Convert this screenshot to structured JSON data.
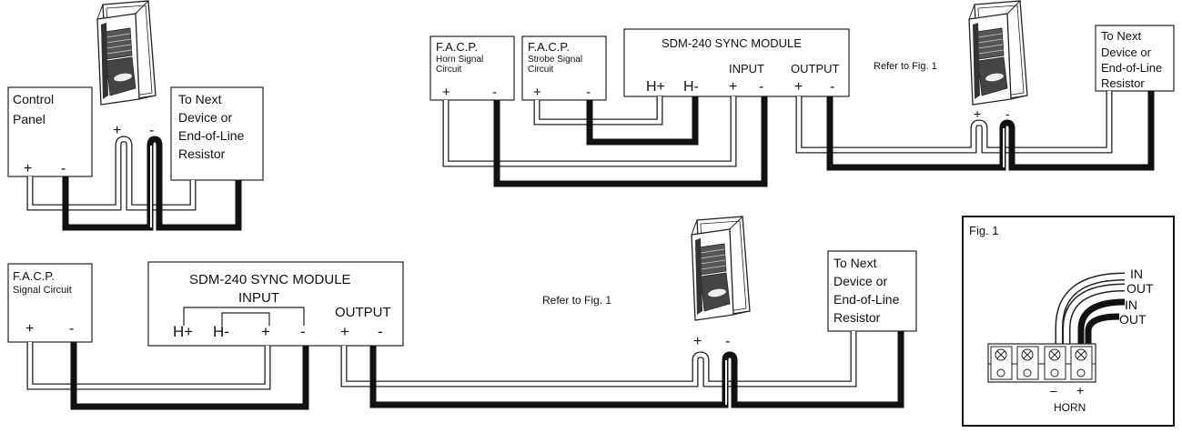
{
  "diagram_1": {
    "control_panel": {
      "line1": "Control",
      "line2": "Panel",
      "plus": "+",
      "minus": "-"
    },
    "next_device": {
      "line1": "To Next",
      "line2": "Device or",
      "line3": "End-of-Line",
      "line4": "Resistor"
    },
    "device_plus": "+",
    "device_minus": "-"
  },
  "diagram_2": {
    "facp_horn": {
      "title": "F.A.C.P.",
      "line1": "Horn Signal",
      "line2": "Circuit",
      "plus": "+",
      "minus": "-"
    },
    "facp_strobe": {
      "title": "F.A.C.P.",
      "line1": "Strobe Signal",
      "line2": "Circuit",
      "plus": "+",
      "minus": "-"
    },
    "module": {
      "title": "SDM-240  SYNC MODULE",
      "input": "INPUT",
      "output": "OUTPUT",
      "h_plus": "H+",
      "h_minus": "H-",
      "in_plus": "+",
      "in_minus": "-",
      "out_plus": "+",
      "out_minus": "-"
    },
    "refer": "Refer to Fig.  1",
    "next_device": {
      "line1": "To Next",
      "line2": "Device or",
      "line3": "End-of-Line",
      "line4": "Resistor"
    },
    "device_plus": "+",
    "device_minus": "-"
  },
  "diagram_3": {
    "facp": {
      "title": "F.A.C.P.",
      "line1": "Signal Circuit",
      "plus": "+",
      "minus": "-"
    },
    "module": {
      "title": "SDM-240  SYNC MODULE",
      "input": "INPUT",
      "output": "OUTPUT",
      "h_plus": "H+",
      "h_minus": "H-",
      "in_plus": "+",
      "in_minus": "-",
      "out_plus": "+",
      "out_minus": "-"
    },
    "refer": "Refer to Fig.  1",
    "next_device": {
      "line1": "To Next",
      "line2": "Device or",
      "line3": "End-of-Line",
      "line4": "Resistor"
    },
    "device_plus": "+",
    "device_minus": "-"
  },
  "fig1": {
    "title": "Fig. 1",
    "in1": "IN",
    "out1": "OUT",
    "in2": "IN",
    "out2": "OUT",
    "minus": "–",
    "plus": "+",
    "horn": "HORN"
  },
  "colors": {
    "line": "#222222",
    "background": "#ffffff"
  }
}
